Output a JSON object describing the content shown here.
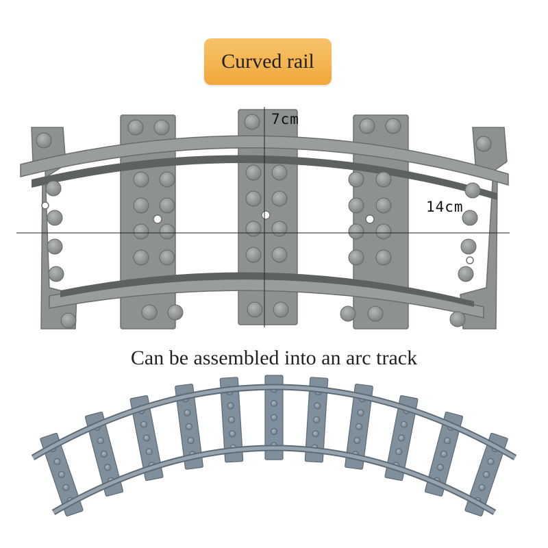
{
  "title": "Curved rail",
  "dimensions": {
    "height_label": "7cm",
    "width_label": "14cm"
  },
  "caption": "Can be assembled into an arc track",
  "colors": {
    "badge": "#f4b454",
    "rail_gray": "#8b8e8f",
    "rail_dark": "#5f6263",
    "arc_blue_gray": "#7f8f9c"
  }
}
